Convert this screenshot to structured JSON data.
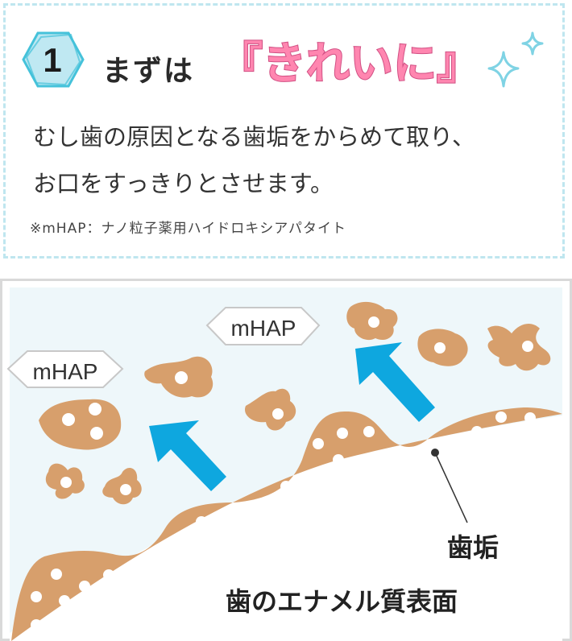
{
  "step": {
    "number": "1",
    "heading_lead": "まずは",
    "heading_emphasis": "『きれいに』"
  },
  "body": {
    "line1": "むし歯の原因となる歯垢をからめて取り、",
    "line2": "お口をすっきりとさせます。",
    "footnote": "※mHAP：ナノ粒子薬用ハイドロキシアパタイト"
  },
  "diagram": {
    "particle_label_left": "mHAP",
    "particle_label_right": "mHAP",
    "plaque_label": "歯垢",
    "enamel_label": "歯のエナメル質表面"
  },
  "colors": {
    "dashed_border": "#bfe6ef",
    "badge_fill": "#bfe8f2",
    "badge_stroke": "#45c2da",
    "emphasis_fill": "#ff86b0",
    "emphasis_stroke": "#d14f83",
    "sparkle": "#7fd3e4",
    "plaque": "#d79f6c",
    "arrow": "#0ea7df",
    "water": "#eef7fa"
  }
}
